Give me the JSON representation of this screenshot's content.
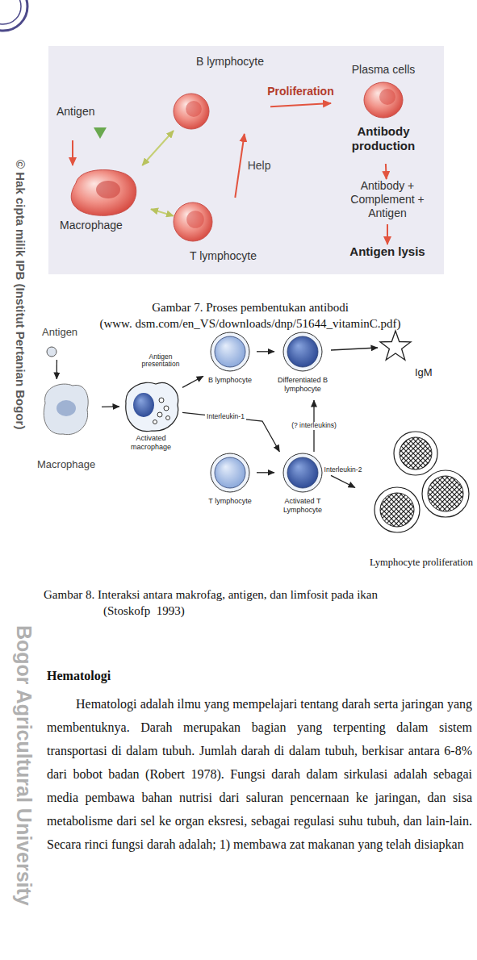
{
  "diagram": {
    "nodes": [
      {
        "text": [
          "Antigen"
        ]
      },
      {
        "text": [
          "Macrophage"
        ]
      },
      {
        "text": [
          "B lymphocyte"
        ]
      },
      {
        "text": [
          "T lymphocyte"
        ]
      },
      {
        "text": [
          "Plasma cells",
          "Antibody production"
        ]
      },
      {
        "text": [
          "Antibody + Complement + Antigen"
        ]
      },
      {
        "text": [
          "Antigen lysis"
        ]
      },
      {
        "text": [
          "Antigen"
        ]
      },
      {
        "text": [
          "Macrophage"
        ]
      },
      {
        "text": [
          "Activated macrophage"
        ]
      },
      {
        "text": [
          "B lymphocyte"
        ]
      },
      {
        "text": [
          "Differentiated B lymphocyte"
        ]
      },
      {
        "text": [
          "IgM"
        ]
      },
      {
        "text": [
          "T lymphocyte"
        ]
      },
      {
        "text": [
          "Activated T Lymphocyte"
        ]
      },
      {
        "text": [
          "Lymphocyte proliferation"
        ]
      }
    ],
    "edges": [
      {
        "from": 0,
        "to": 1,
        "arrow": "to"
      },
      {
        "from": 1,
        "to": 2,
        "arrow": "both"
      },
      {
        "from": 1,
        "to": 3,
        "arrow": "both"
      },
      {
        "from": 2,
        "to": 4,
        "label": "Proliferation",
        "arrow": "to"
      },
      {
        "from": 3,
        "to": 2,
        "label": "Help",
        "arrow": "to"
      },
      {
        "from": 4,
        "to": 5,
        "arrow": "to"
      },
      {
        "from": 5,
        "to": 6,
        "arrow": "to"
      },
      {
        "from": 7,
        "to": 8,
        "arrow": "to"
      },
      {
        "from": 8,
        "to": 9,
        "arrow": "to"
      },
      {
        "from": 9,
        "to": 10,
        "label": "Antigen presentation",
        "arrow": "to"
      },
      {
        "from": 9,
        "to": 14,
        "label": "Interleukin-1",
        "arrow": "to"
      },
      {
        "from": 13,
        "to": 14,
        "arrow": "to"
      },
      {
        "from": 10,
        "to": 11,
        "arrow": "to"
      },
      {
        "from": 14,
        "to": 11,
        "label": "(? interleukins)",
        "arrow": "to"
      },
      {
        "from": 11,
        "to": 12,
        "arrow": "to"
      },
      {
        "from": 14,
        "to": 15,
        "label": "Interleukin-2",
        "arrow": "to"
      }
    ],
    "labels": [
      "© Hak cipta milik IPB (Institut Pertanian Bogor)",
      "Bogor Agricultural University",
      "Gambar 7. Proses pembentukan antibodi",
      "(www. dsm.com/en_VS/downloads/dnp/51644_vitaminC.pdf)",
      "Gambar 8. Interaksi antara makrofag, antigen, dan limfosit pada ikan",
      "(Stoskofp  1993)",
      "Hematologi",
      "Hematologi adalah ilmu yang mempelajari tentang darah serta jaringan yang membentuknya. Darah merupakan bagian yang terpenting dalam sistem transportasi di dalam tubuh. Jumlah darah di dalam tubuh, berkisar antara 6-8% dari bobot badan (Robert 1978). Fungsi darah dalam sirkulasi adalah sebagai media pembawa bahan nutrisi dari saluran pencernaan ke jaringan, dan sisa metabolisme dari sel ke organ eksresi, sebagai regulasi suhu tubuh, dan lain-lain. Secara rinci fungsi darah adalah; 1) membawa zat makanan yang telah disiapkan"
    ]
  }
}
